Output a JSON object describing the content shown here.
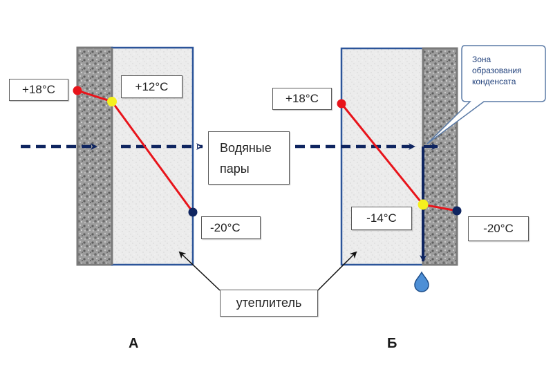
{
  "diagram": {
    "panels": [
      {
        "id": "A",
        "letter": "А",
        "layers": [
          "concrete-inner",
          "insulation-outer"
        ],
        "temperatures": {
          "inside": "+18°C",
          "interface": "+12°C",
          "outside": "-20°C"
        }
      },
      {
        "id": "B",
        "letter": "Б",
        "layers": [
          "insulation-inner",
          "concrete-outer"
        ],
        "temperatures": {
          "inside": "+18°C",
          "interface": "-14°C",
          "outside": "-20°C"
        },
        "callout": {
          "line1": "Зона",
          "line2": "образования",
          "line3": "конденсата"
        }
      }
    ],
    "vapor_label": {
      "line1": "Водяные",
      "line2": "пары"
    },
    "insulation_label": "утеплитель",
    "colors": {
      "temperature_line": "#e8141b",
      "warm_point": "#e8141b",
      "interface_point": "#f5f01e",
      "cold_point": "#0f2560",
      "vapor_arrow": "#0f2560",
      "insulation_border": "#2b5499",
      "concrete_border": "#7a7a7a",
      "droplet": "#4d8fd6"
    }
  }
}
